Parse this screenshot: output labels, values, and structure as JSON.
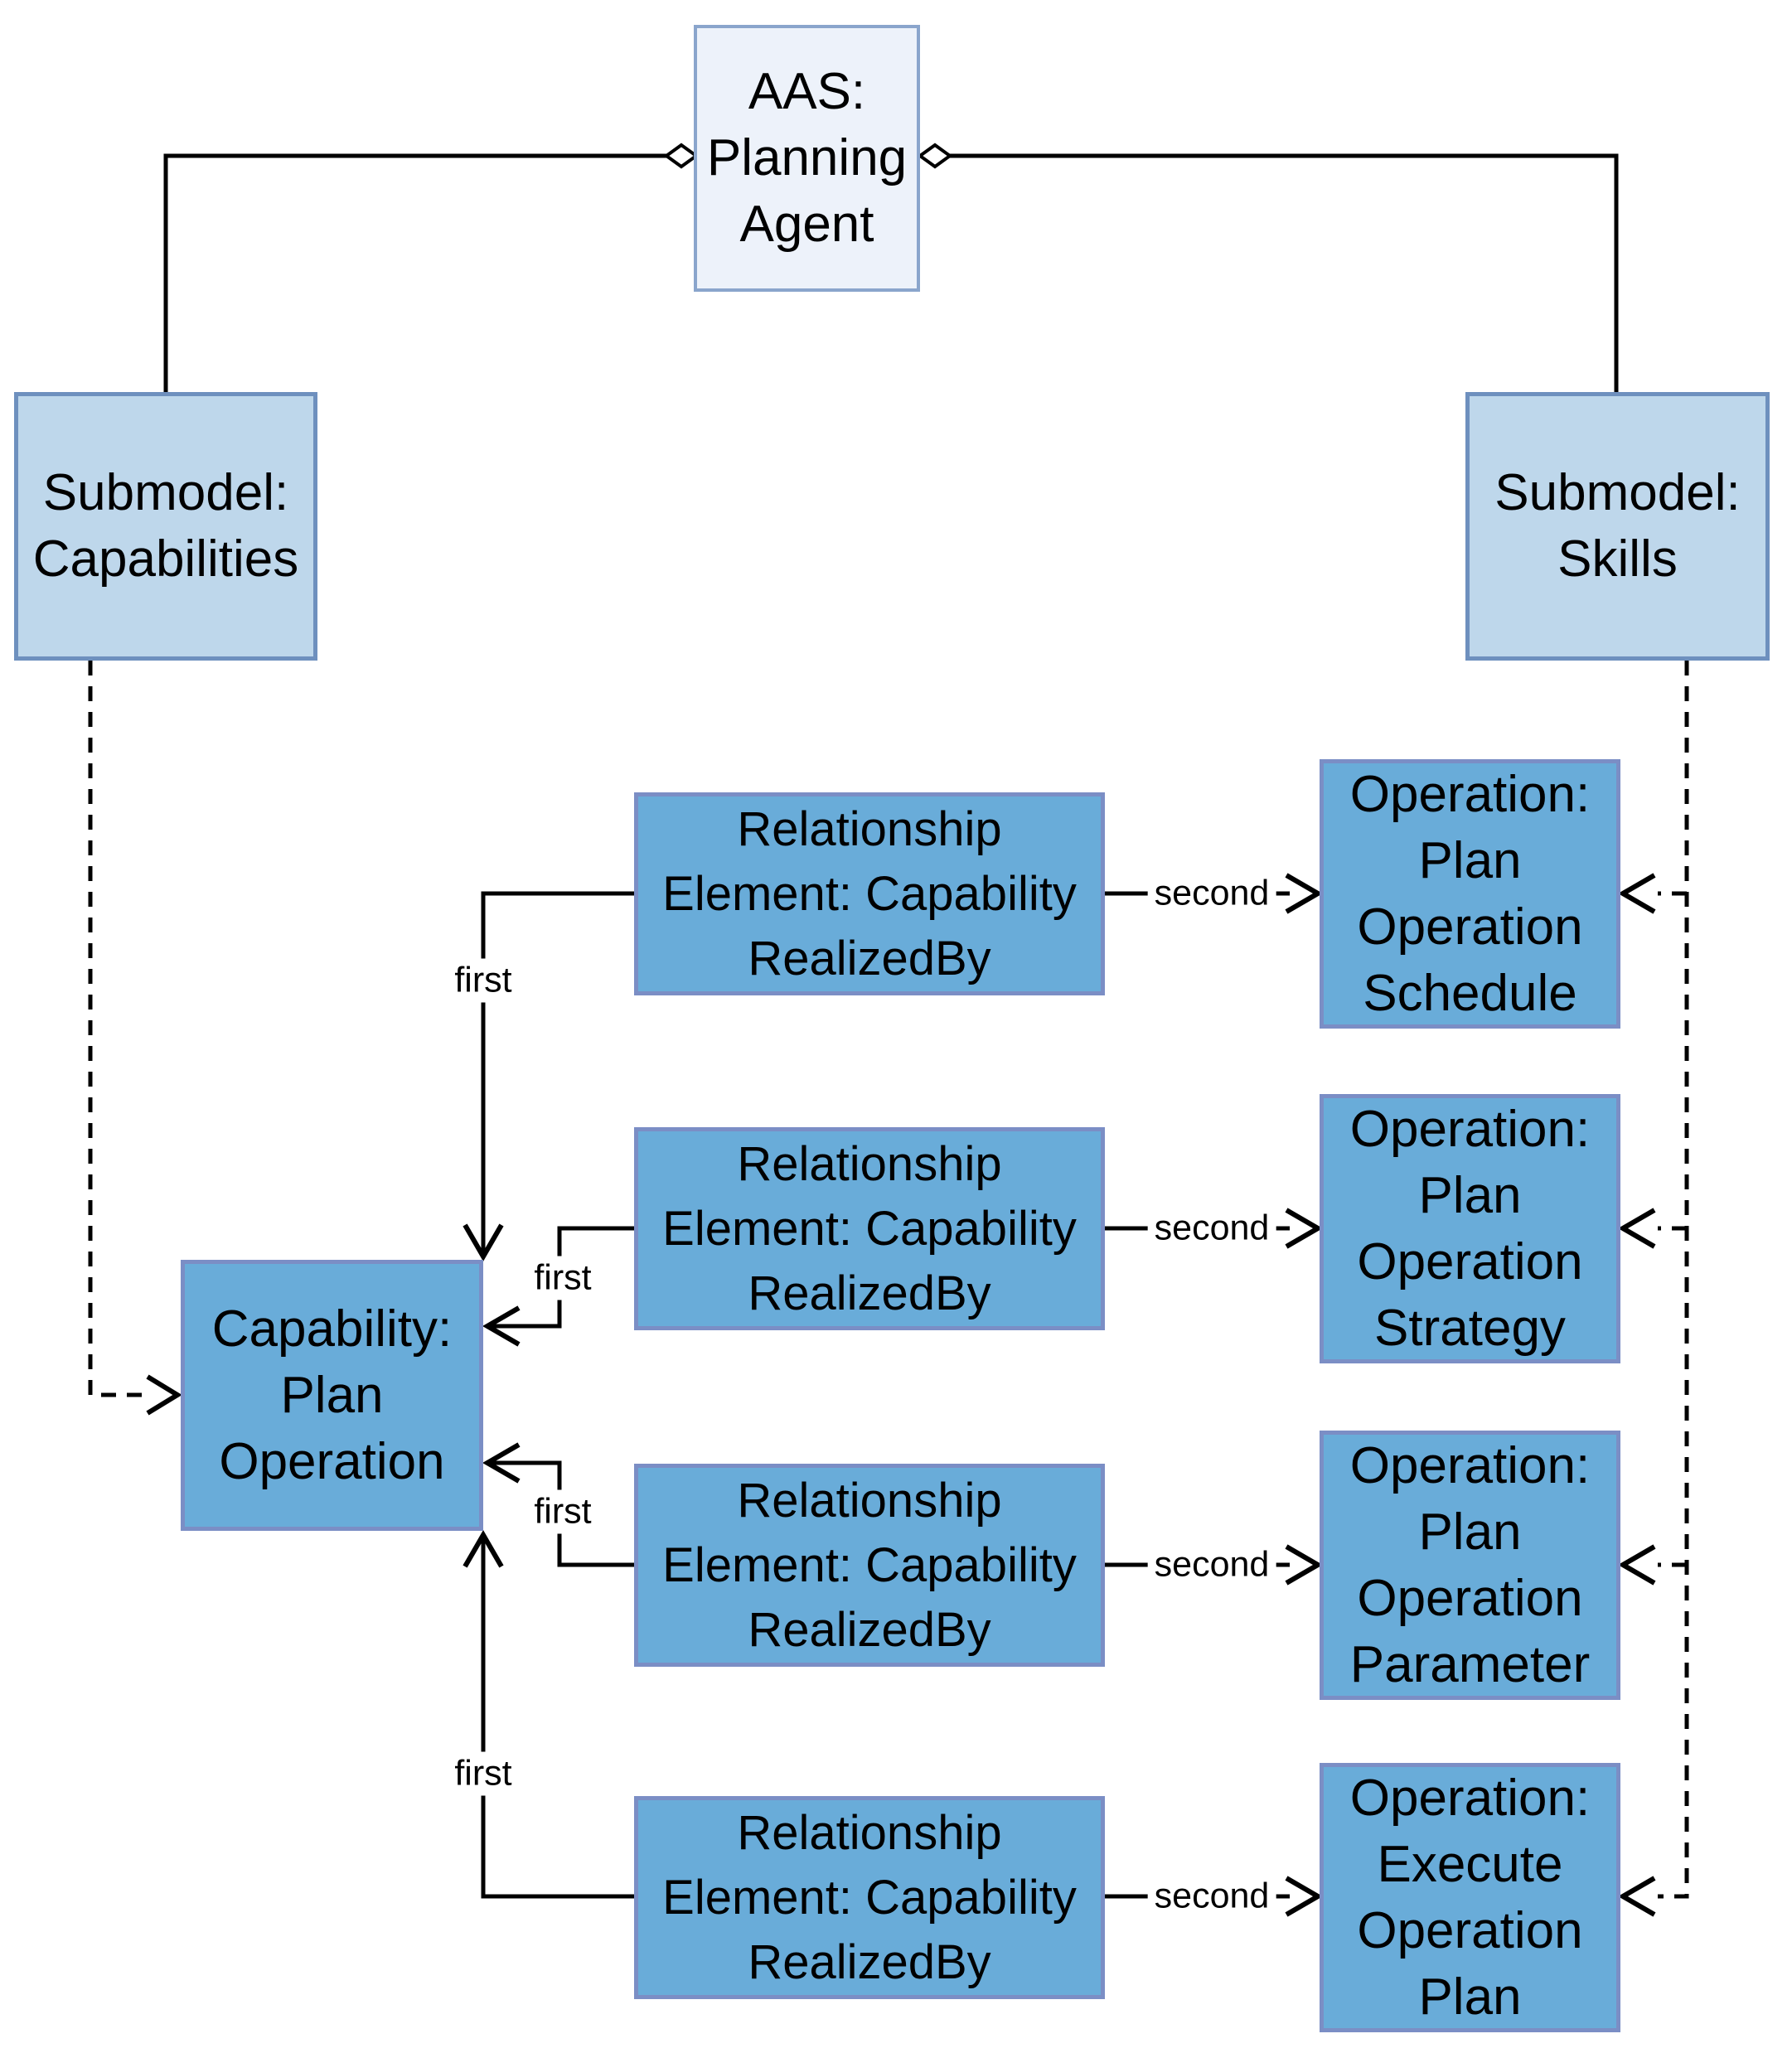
{
  "diagram": {
    "aas": {
      "label": "AAS:\nPlanning\nAgent"
    },
    "submodel_capabilities": {
      "label": "Submodel:\nCapabilities"
    },
    "submodel_skills": {
      "label": "Submodel:\nSkills"
    },
    "capability": {
      "label": "Capability:\nPlan\nOperation"
    },
    "relationship_elements": [
      {
        "label": "Relationship\nElement: Capability\nRealizedBy"
      },
      {
        "label": "Relationship\nElement: Capability\nRealizedBy"
      },
      {
        "label": "Relationship\nElement: Capability\nRealizedBy"
      },
      {
        "label": "Relationship\nElement: Capability\nRealizedBy"
      }
    ],
    "operations": [
      {
        "label": "Operation:\nPlan\nOperation\nSchedule"
      },
      {
        "label": "Operation:\nPlan\nOperation\nStrategy"
      },
      {
        "label": "Operation:\nPlan\nOperation\nParameter"
      },
      {
        "label": "Operation:\nExecute\nOperation\nPlan"
      }
    ],
    "edge_labels": {
      "first": "first",
      "second": "second"
    },
    "edges": [
      {
        "from": "AAS: Planning Agent",
        "to": "Submodel: Capabilities",
        "style": "solid-diamond"
      },
      {
        "from": "AAS: Planning Agent",
        "to": "Submodel: Skills",
        "style": "solid-diamond"
      },
      {
        "from": "Submodel: Capabilities",
        "to": "Capability: Plan Operation",
        "style": "dashed-arrow"
      },
      {
        "from": "Submodel: Skills",
        "to": "Operation: Plan Operation Schedule",
        "style": "dashed-arrow"
      },
      {
        "from": "Submodel: Skills",
        "to": "Operation: Plan Operation Strategy",
        "style": "dashed-arrow"
      },
      {
        "from": "Submodel: Skills",
        "to": "Operation: Plan Operation Parameter",
        "style": "dashed-arrow"
      },
      {
        "from": "Submodel: Skills",
        "to": "Operation: Execute Operation Plan",
        "style": "dashed-arrow"
      },
      {
        "from": "RelationshipElement 1",
        "to": "Capability: Plan Operation",
        "label": "first",
        "style": "solid-arrow"
      },
      {
        "from": "RelationshipElement 2",
        "to": "Capability: Plan Operation",
        "label": "first",
        "style": "solid-arrow"
      },
      {
        "from": "RelationshipElement 3",
        "to": "Capability: Plan Operation",
        "label": "first",
        "style": "solid-arrow"
      },
      {
        "from": "RelationshipElement 4",
        "to": "Capability: Plan Operation",
        "label": "first",
        "style": "solid-arrow"
      },
      {
        "from": "RelationshipElement 1",
        "to": "Operation: Plan Operation Schedule",
        "label": "second",
        "style": "solid-arrow"
      },
      {
        "from": "RelationshipElement 2",
        "to": "Operation: Plan Operation Strategy",
        "label": "second",
        "style": "solid-arrow"
      },
      {
        "from": "RelationshipElement 3",
        "to": "Operation: Plan Operation Parameter",
        "label": "second",
        "style": "solid-arrow"
      },
      {
        "from": "RelationshipElement 4",
        "to": "Operation: Execute Operation Plan",
        "label": "second",
        "style": "solid-arrow"
      }
    ],
    "colors": {
      "aas_fill": "#EDF2FA",
      "aas_border": "#8AA5CC",
      "submodel_fill": "#BED7EB",
      "submodel_border": "#6E90BE",
      "element_fill": "#69ACD9",
      "element_border": "#7B8EC5",
      "line": "#000000",
      "label_background": "#FFFFFF"
    }
  }
}
